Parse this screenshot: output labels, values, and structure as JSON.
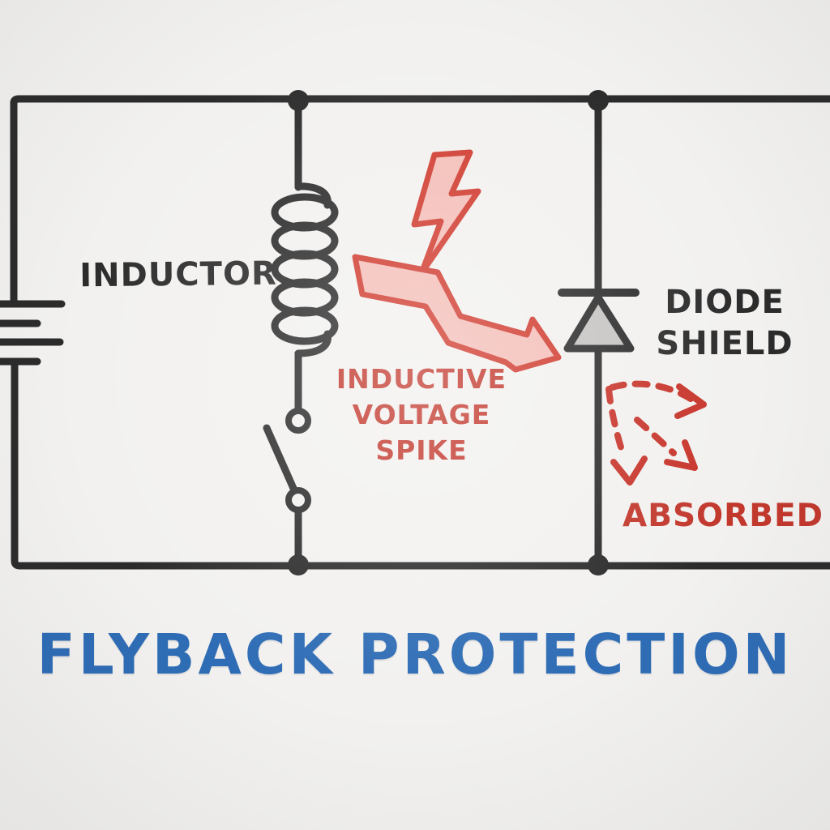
{
  "title": {
    "text": "FLYBACK PROTECTION"
  },
  "labels": {
    "inductor": "INDUCTOR",
    "spike": {
      "line1": "INDUCTIVE",
      "line2": "VOLTAGE",
      "line3": "SPIKE"
    },
    "diode": {
      "line1": "DIODE",
      "line2": "SHIELD"
    },
    "absorbed": "ABSORBED"
  },
  "icons": [
    "battery-icon",
    "inductor-coil-icon",
    "open-switch-icon",
    "diode-icon",
    "lightning-bolt-icon",
    "voltage-spike-arrow-icon",
    "absorbed-dashed-arrows-icon"
  ],
  "colors": {
    "background": "#f2f1ef",
    "ink": "#2b2b2b",
    "red-stroke": "#d03a2e",
    "pink-fill": "#f4beb8",
    "red-arrow": "#c7342a",
    "red-text": "#c2382d",
    "blue-title": "#2e6cb5",
    "diode-fill": "#c6c4c2"
  }
}
